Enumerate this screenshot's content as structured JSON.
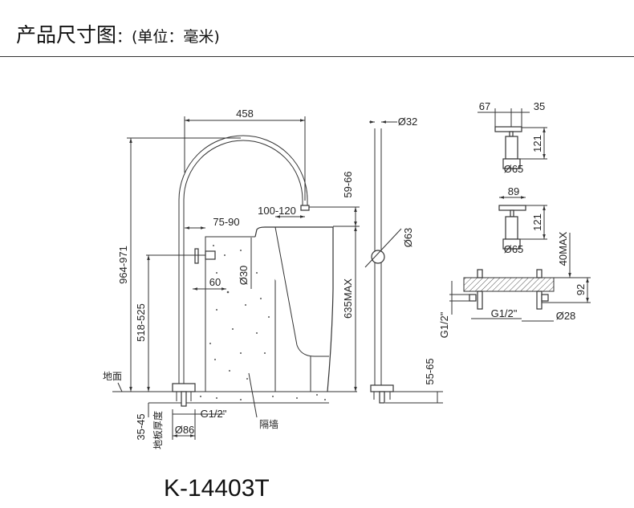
{
  "header": {
    "title": "产品尺寸图",
    "unit_note": "：(单位：毫米)"
  },
  "model": "K-14403T",
  "front_view": {
    "width_458": "458",
    "height_964_971": "964-971",
    "height_518_525": "518-525",
    "spout_59_66": "59-66",
    "reach_100_120": "100-120",
    "offset_75_90": "75-90",
    "dia_30": "Ø30",
    "dist_60": "60",
    "height_635max": "635MAX",
    "floor_label": "地面",
    "floor_thickness_label": "地板厚度",
    "floor_35_45": "35-45",
    "thread": "G1/2\"",
    "base_dia": "Ø86",
    "wall_label": "隔墙"
  },
  "side_view": {
    "pipe_dia": "Ø32",
    "handle_dia": "Ø63",
    "floor_55_65": "55-65"
  },
  "detail_views": {
    "handle_a_67": "67",
    "handle_a_35": "35",
    "height_a": "121",
    "dia_a": "Ø65",
    "handle_b_89": "89",
    "height_b": "121",
    "dia_b": "Ø65",
    "max_40": "40MAX",
    "dim_92": "92",
    "thread_v": "G1/2\"",
    "thread_h": "G1/2\"",
    "dia_28": "Ø28"
  }
}
